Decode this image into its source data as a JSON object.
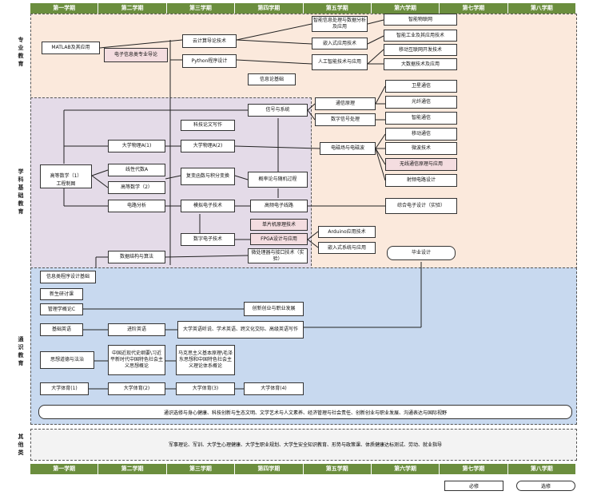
{
  "semesters": [
    "第一学期",
    "第二学期",
    "第三学期",
    "第四学期",
    "第五学期",
    "第六学期",
    "第七学期",
    "第八学期"
  ],
  "regions": {
    "major": "专业教育",
    "discipline": "学科基础教育",
    "general": "通识教育",
    "other": "其他类"
  },
  "boxes": {
    "matlab": "MATLAB及其应用",
    "intro": "电子信息类专业导论",
    "cloud": "云计算导论技术",
    "python": "Python程序设计",
    "bigdata": "智能信息处理与数据分析及应用",
    "embedded": "嵌入式应用技术",
    "ai": "人工智能技术与应用",
    "iot": "智能物联网",
    "indust": "智能工业及其应用技术",
    "mobile": "移动互联网开发技术",
    "bigapp": "大数据技术及应用",
    "infonet": "信息论基础",
    "signal": "信号与系统",
    "comm": "通信原理",
    "dsp": "数字信号处理",
    "satcomm": "卫星通信",
    "optcomm": "光纤通信",
    "smartcomm": "智能通信",
    "mobcomm": "移动通信",
    "microwave": "微波技术",
    "wireless": "无线通信原理与应用",
    "radar": "射频电路设计",
    "science": "科技论文写作",
    "em": "电磁场与电磁波",
    "math1": "高等数学（1）",
    "ctrl": "工程制图",
    "physics1": "大学物理A(1)",
    "physics2": "大学物理A(2)",
    "linalg": "线性代数A",
    "math2": "高等数学（2）",
    "complex": "复变函数与积分变换",
    "prob": "概率论与随机过程",
    "circuit": "电路分析",
    "analog": "模拟电子技术",
    "hfreq": "高频电子线路",
    "comprehensive": "综合电子设计（实验）",
    "digital": "数字电子技术",
    "mcu": "单片机原理技术",
    "fpga": "FPGA设计与应用",
    "microproc": "微处理器与接口技术（实验）",
    "arduino": "Arduino应用技术",
    "robot": "嵌入式系统与应用",
    "graduate": "毕业设计",
    "datastruct": "数据结构与算法",
    "cprog": "信息类程序设计基础",
    "newstudent": "新生研讨课",
    "mgmt": "管理学概论C",
    "innov": "创新创业与职业发展",
    "english1": "基础英语",
    "english2": "进阶英语",
    "english3": "大学英语听说、学术英语、跨文化交际、高级英语写作",
    "ideology": "思想道德与法治",
    "history": "中国近现代史纲要\\习近平新时代中国特色社会主义思想概论",
    "marx": "马克思主义基本原理\\毛泽东思想和中国特色社会主义理论体系概论",
    "pe1": "大学体育(1)",
    "pe2": "大学体育(2)",
    "pe3": "大学体育(3)",
    "pe4": "大学体育(4)",
    "generalEd": "通识选修与身心健康、科技创新与生态文明、文学艺术与人文素养、经济管理与社会责任、创新创业与职业发展、沟通表达与国际视野",
    "otherText": "军事理论、军训、大学生心理健康、大学生职业规划、大学生安全知识教育、形势与政策课、体质健康达标测试、劳动、就业指导"
  },
  "legend": {
    "a": "必修",
    "b": "选修"
  }
}
